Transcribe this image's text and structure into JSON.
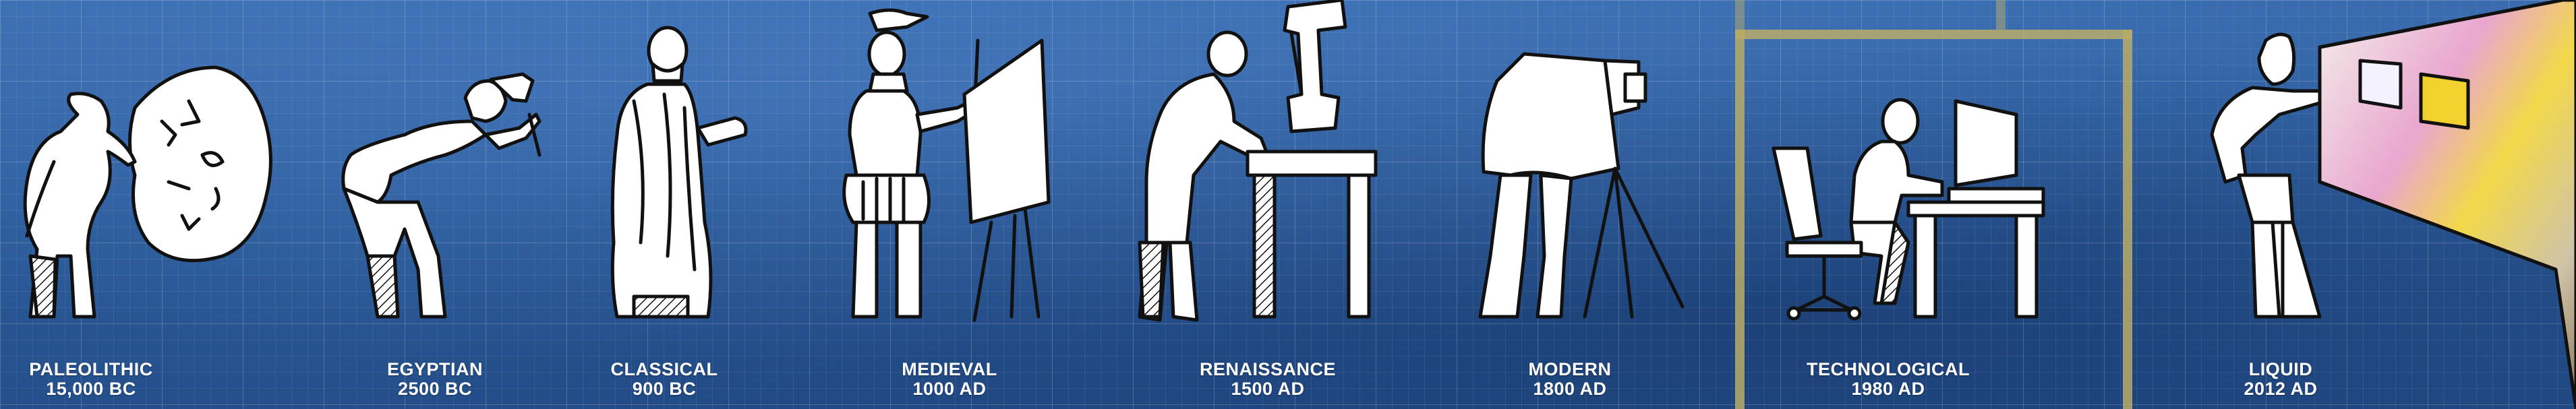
{
  "eras": [
    {
      "name": "PALEOLITHIC",
      "date": "15,000 BC"
    },
    {
      "name": "EGYPTIAN",
      "date": "2500 BC"
    },
    {
      "name": "CLASSICAL",
      "date": "900 BC"
    },
    {
      "name": "MEDIEVAL",
      "date": "1000 AD"
    },
    {
      "name": "RENAISSANCE",
      "date": "1500 AD"
    },
    {
      "name": "MODERN",
      "date": "1800 AD"
    },
    {
      "name": "TECHNOLOGICAL",
      "date": "1980 AD"
    },
    {
      "name": "LIQUID",
      "date": "2012 AD"
    }
  ],
  "colors": {
    "background": "#2f5f9e",
    "grid": "#ffffff",
    "figure_fill": "#ffffff",
    "figure_stroke": "#111111",
    "highlight_frame": "#b9ab6a",
    "caption_text": "#ffffff"
  }
}
